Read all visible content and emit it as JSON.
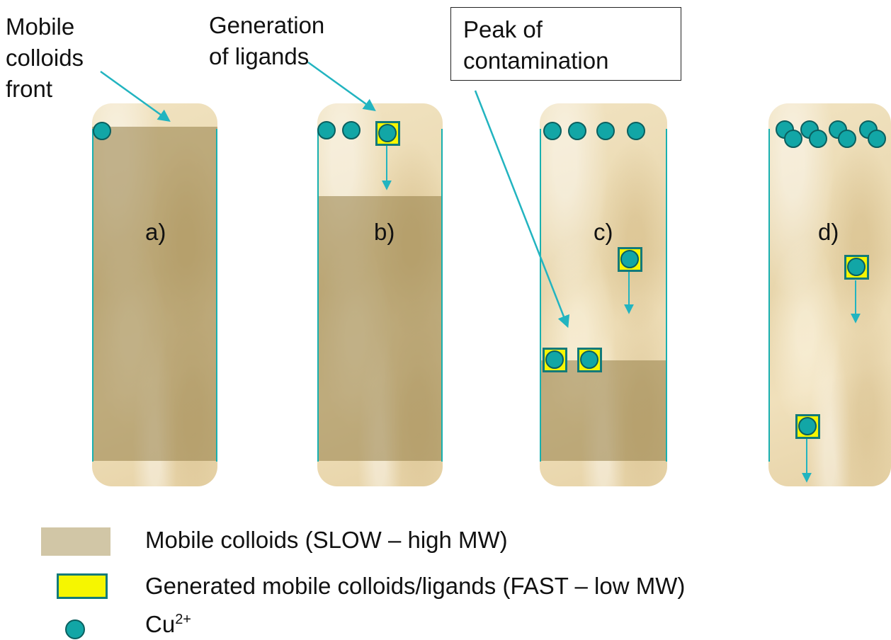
{
  "labels": {
    "mobile_colloids_front": [
      "Mobile",
      "colloids",
      "front"
    ],
    "generation_of_ligands": [
      "Generation",
      "of ligands"
    ],
    "peak_of_contamination": [
      "Peak of",
      "contamination"
    ]
  },
  "columns": [
    {
      "label": "a)"
    },
    {
      "label": "b)"
    },
    {
      "label": "c)"
    },
    {
      "label": "d)"
    }
  ],
  "legend": {
    "slow": "Mobile colloids (SLOW – high MW)",
    "fast": "Generated mobile colloids/ligands (FAST – low MW)",
    "cu_base": "Cu",
    "cu_charge": "2+"
  },
  "colors": {
    "cu": "#12a6a6",
    "arrow": "#22b4c0",
    "ligand_fill": "#f6f600",
    "slow_colloid": "#d1c6a6"
  }
}
